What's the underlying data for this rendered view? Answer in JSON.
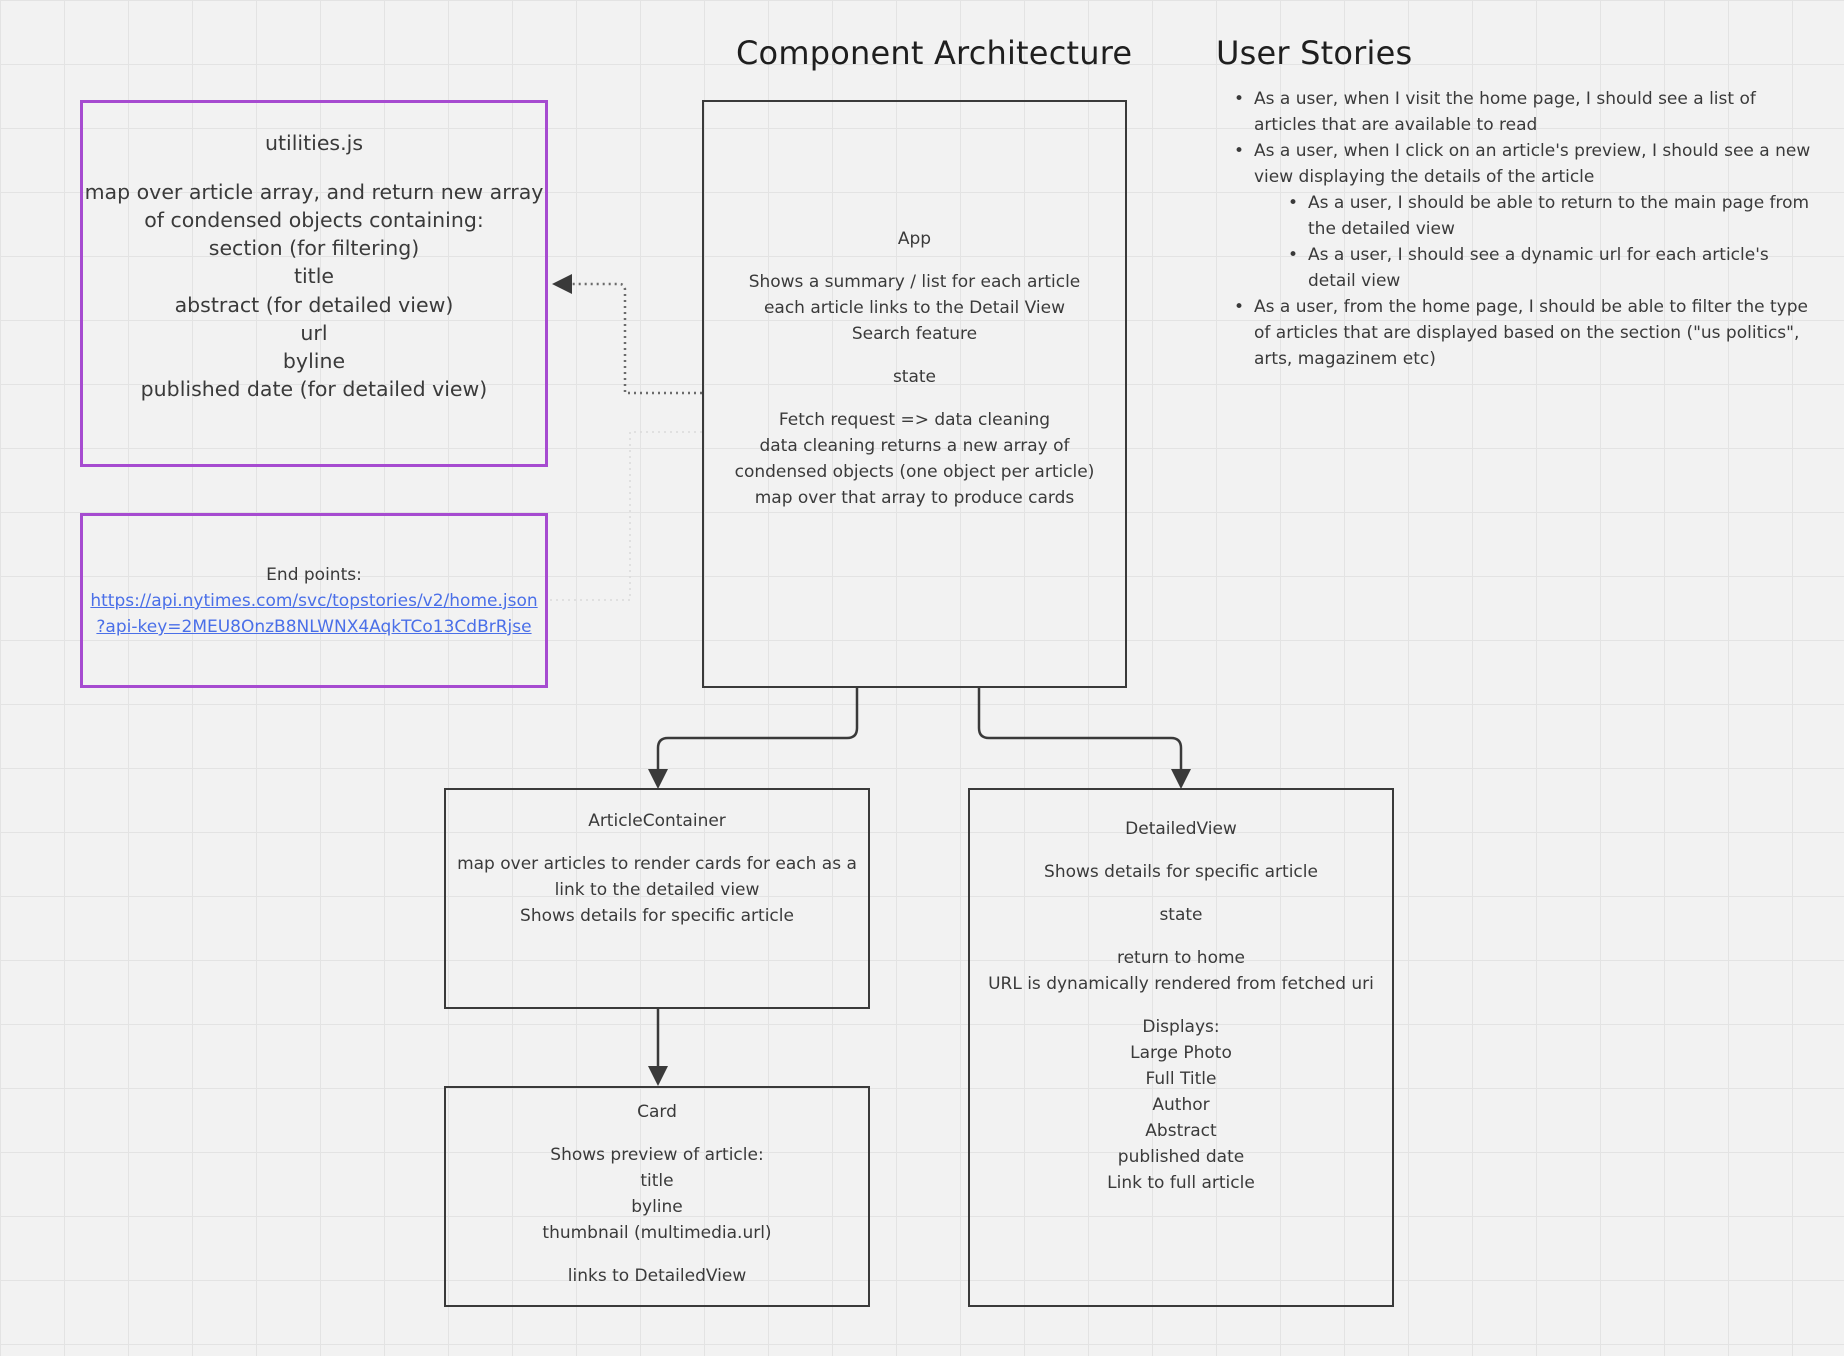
{
  "titles": {
    "architecture": "Component Architecture",
    "stories": "User Stories"
  },
  "user_stories": [
    {
      "text": "As a user, when I visit the home page, I should see a list of articles that are available to read"
    },
    {
      "text": "As a user, when I click on an article's preview, I should see a new view displaying the details of the article"
    },
    {
      "text": "As a user, I should be able to return to the main page from the detailed view",
      "sub": true
    },
    {
      "text": "As a user, I should see a dynamic url for each article's detail view",
      "sub": true
    },
    {
      "text": "As a user, from the home page, I should be able to filter the type of articles that are displayed based on the section (\"us politics\", arts, magazinem etc)"
    }
  ],
  "utilities": {
    "title": "utilities.js",
    "lines": [
      "map over article array, and return new array",
      "of condensed objects containing:",
      "section (for filtering)",
      "title",
      "abstract (for detailed view)",
      "url",
      "byline",
      "published date (for detailed view)"
    ]
  },
  "endpoints": {
    "label": "End points:",
    "link_lines": [
      "https://api.nytimes.com/svc/topstories/v2/home.json",
      "?api-key=2MEU8OnzB8NLWNX4AqkTCo13CdBrRjse"
    ]
  },
  "app": {
    "title": "App",
    "lines": [
      "Shows a summary / list for each article",
      "each article links to the Detail View",
      "Search feature",
      "",
      "state",
      "",
      "Fetch request => data cleaning",
      "data cleaning returns a new array of",
      "condensed objects (one object per article)",
      "map over that array to produce cards"
    ]
  },
  "article_container": {
    "title": "ArticleContainer",
    "lines": [
      "map over articles to render cards for each as a",
      "link to the detailed view",
      "Shows details for specific article"
    ]
  },
  "card": {
    "title": "Card",
    "lines": [
      "Shows preview of article:",
      "title",
      "byline",
      "thumbnail (multimedia.url)",
      "",
      "links to DetailedView"
    ]
  },
  "detailed_view": {
    "title": "DetailedView",
    "lines": [
      "Shows details for specific article",
      "",
      "state",
      "",
      "return to home",
      "URL is dynamically rendered from fetched uri",
      "",
      "Displays:",
      "Large Photo",
      "Full Title",
      "Author",
      "Abstract",
      "published date",
      "Link to full article"
    ]
  },
  "colors": {
    "background": "#f2f2f2",
    "grid": "#e3e3e3",
    "box_border": "#3a3a3a",
    "accent_border": "#a64bd0",
    "link": "#4a6fe8"
  }
}
